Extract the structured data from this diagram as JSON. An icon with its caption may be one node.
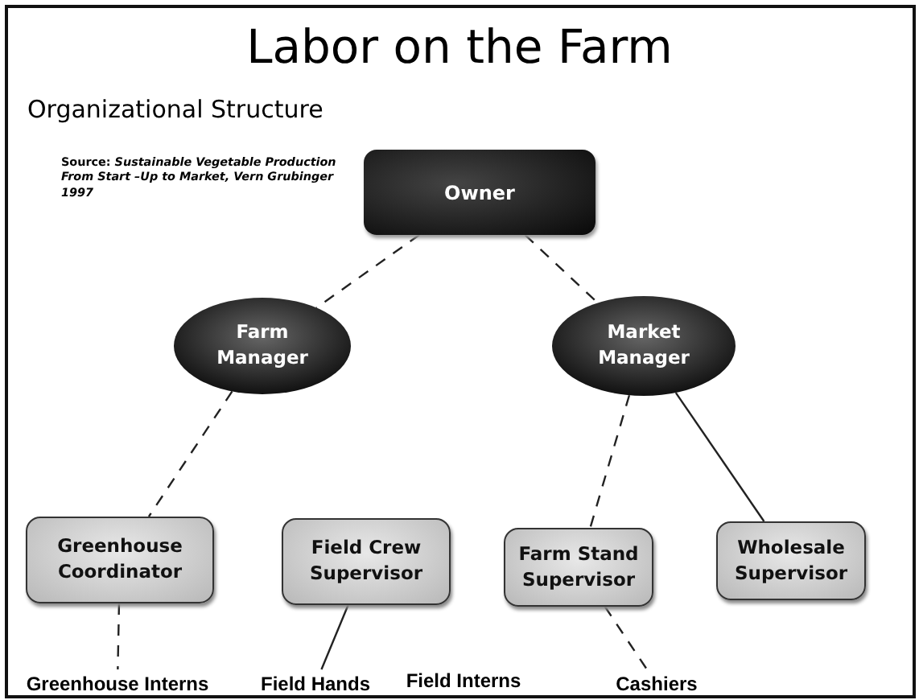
{
  "diagram": {
    "title": "Labor on the Farm",
    "nodes": [
      {
        "text": [
          "Owner"
        ]
      },
      {
        "text": [
          "Farm Manager"
        ]
      },
      {
        "text": [
          "Market Manager"
        ]
      },
      {
        "text": [
          "Greenhouse Coordinator"
        ]
      },
      {
        "text": [
          "Field Crew Supervisor"
        ]
      },
      {
        "text": [
          "Farm Stand Supervisor"
        ]
      },
      {
        "text": [
          "Wholesale Supervisor"
        ]
      },
      {
        "text": [
          "Greenhouse Interns"
        ]
      },
      {
        "text": [
          "Field Hands"
        ]
      },
      {
        "text": [
          "Cashiers"
        ]
      }
    ],
    "edges": [
      {
        "from": 0,
        "to": 1,
        "arrow": "none",
        "style": "dashed"
      },
      {
        "from": 0,
        "to": 2,
        "arrow": "none",
        "style": "dashed"
      },
      {
        "from": 1,
        "to": 3,
        "arrow": "none",
        "style": "dashed"
      },
      {
        "from": 2,
        "to": 5,
        "arrow": "none",
        "style": "dashed"
      },
      {
        "from": 2,
        "to": 6,
        "arrow": "none"
      },
      {
        "from": 3,
        "to": 7,
        "arrow": "none",
        "style": "dashed"
      },
      {
        "from": 4,
        "to": 8,
        "arrow": "none"
      },
      {
        "from": 5,
        "to": 9,
        "arrow": "none",
        "style": "dashed"
      }
    ],
    "labels": [
      "Organizational Structure",
      "Source: *Sustainable Vegetable Production From Start –Up to Market, Vern Grubinger 1997*",
      "Field Interns"
    ]
  }
}
